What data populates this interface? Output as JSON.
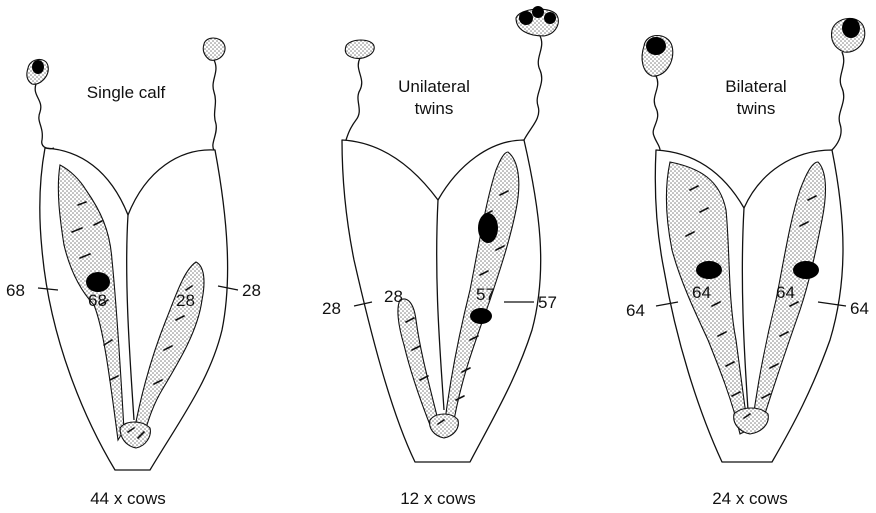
{
  "panels": [
    {
      "title": [
        "Single calf"
      ],
      "left_outer": "68",
      "left_inner": "68",
      "right_inner": "28",
      "right_outer": "28",
      "footer": "44 x cows"
    },
    {
      "title": [
        "Unilateral",
        "twins"
      ],
      "left_outer": "28",
      "left_inner": "28",
      "right_inner": "57",
      "right_outer": "57",
      "footer": "12 x cows"
    },
    {
      "title": [
        "Bilateral",
        "twins"
      ],
      "left_outer": "64",
      "left_inner": "64",
      "right_inner": "64",
      "right_outer": "64",
      "footer": "24 x cows"
    }
  ]
}
